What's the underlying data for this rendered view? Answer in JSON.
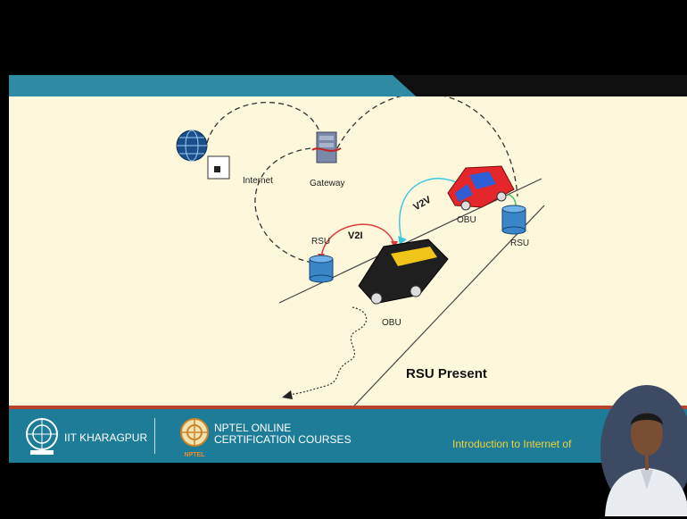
{
  "diagram": {
    "labels": {
      "internet": "Internet",
      "gateway": "Gateway",
      "rsu_left": "RSU",
      "rsu_right": "RSU",
      "v2i": "V2I",
      "v2v": "V2V",
      "obu_red_car": "OBU",
      "obu_black_car": "OBU"
    },
    "caption": "RSU Present"
  },
  "footer": {
    "institute": "IIT KHARAGPUR",
    "nptel_line1": "NPTEL ONLINE",
    "nptel_line2": "CERTIFICATION COURSES",
    "nptel_logo_text": "NPTEL",
    "course_title": "Introduction to Internet of"
  },
  "colors": {
    "slide_bg": "#fdf8dc",
    "header_teal": "#2f8aa3",
    "footer_teal": "#1d7c97",
    "footer_red_line": "#b8442e",
    "course_title_yellow": "#f2d23a",
    "v2i_arrow": "#e23b3b",
    "v2v_arrow": "#3cc7e0",
    "rsu_blue": "#3a86c9"
  }
}
